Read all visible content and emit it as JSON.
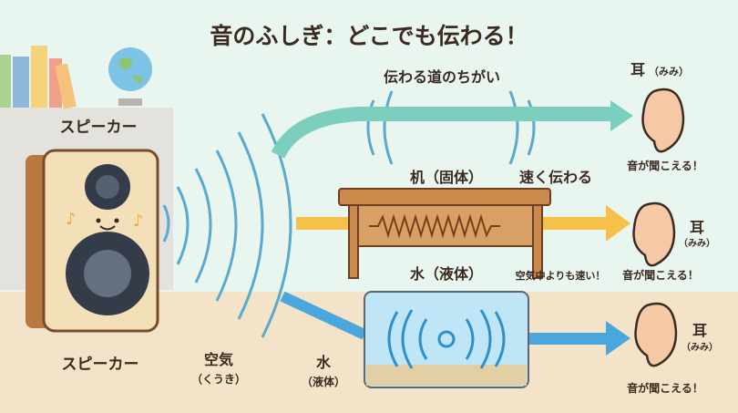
{
  "title": "音のふしぎ：どこでも伝わる！",
  "subtitle": "伝わる道のちがい",
  "speaker_label_top": "スピーカー",
  "speaker_label_bottom": "スピーカー",
  "air": {
    "label": "空気",
    "reading": "（くうき）"
  },
  "water_bottom": {
    "label": "水",
    "reading": "（液体）"
  },
  "desk": {
    "label": "机（固体）",
    "note": "速く伝わる"
  },
  "water": {
    "label": "水（液体）",
    "note": "空気中よりも速い！"
  },
  "ears": [
    {
      "label": "耳",
      "reading": "（みみ）",
      "heard": "音が聞こえる！"
    },
    {
      "label": "耳",
      "reading": "（みみ）",
      "heard": "音が聞こえる！"
    },
    {
      "label": "耳",
      "reading": "（みみ）",
      "heard": "音が聞こえる！"
    }
  ],
  "colors": {
    "air": "#7ccfbf",
    "solid": "#f6c14b",
    "liquid": "#4aa7dd",
    "text": "#3b2a20"
  }
}
